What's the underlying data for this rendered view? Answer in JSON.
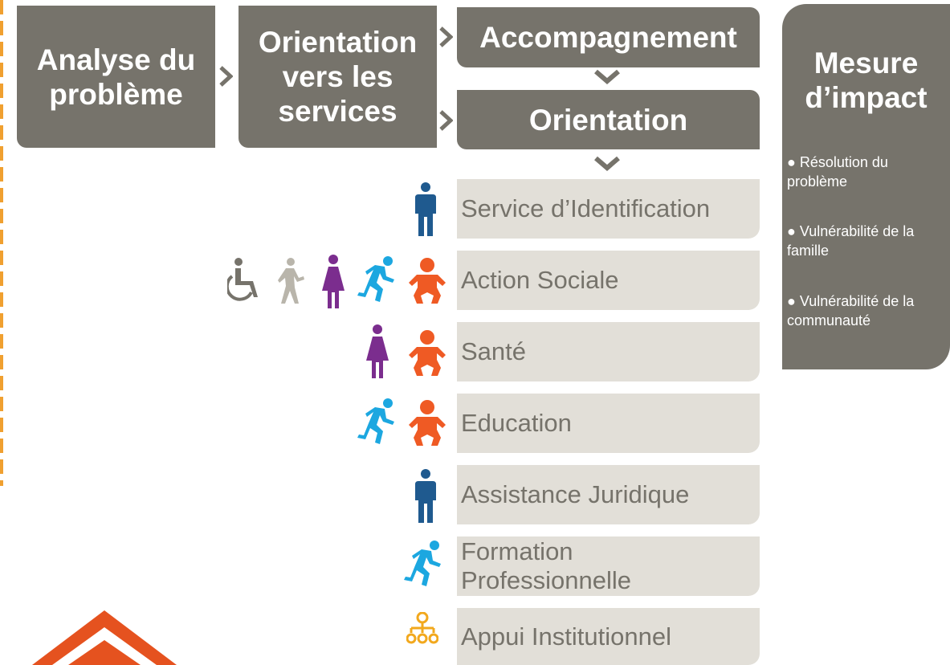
{
  "steps": {
    "analyse": "Analyse du problème",
    "orientation_services": "Orientation vers les services",
    "accompagnement": "Accompagnement",
    "orientation": "Orientation",
    "mesure": "Mesure d’impact"
  },
  "impact_items": [
    "● Résolution du problème",
    "● Vulnérabilité de la famille",
    "● Vulnérabilité de la communauté"
  ],
  "services": [
    {
      "label": "Service d’Identification",
      "icons": [
        "man-icon"
      ]
    },
    {
      "label": "Action Sociale",
      "icons": [
        "wheelchair-icon",
        "elderly-icon",
        "woman-icon",
        "runner-icon",
        "baby-icon"
      ]
    },
    {
      "label": "Santé",
      "icons": [
        "woman-icon",
        "baby-icon"
      ]
    },
    {
      "label": "Education",
      "icons": [
        "runner-icon",
        "baby-icon"
      ]
    },
    {
      "label": "Assistance Juridique",
      "icons": [
        "man-icon"
      ]
    },
    {
      "label": "Formation Professionnelle",
      "icons": [
        "runner-icon"
      ]
    },
    {
      "label": "Appui Institutionnel",
      "icons": [
        "org-chart-icon"
      ]
    }
  ],
  "colors": {
    "box": "#76736b",
    "service_bg": "#e2dfd8",
    "service_text": "#76736b",
    "man": "#1f5a8f",
    "woman": "#7b2d8e",
    "runner": "#1ca7e0",
    "baby": "#ef5a24",
    "grey_figure": "#76736b",
    "light_figure": "#b9b5ab",
    "org": "#f2a81d",
    "dash": "#f0a030"
  }
}
